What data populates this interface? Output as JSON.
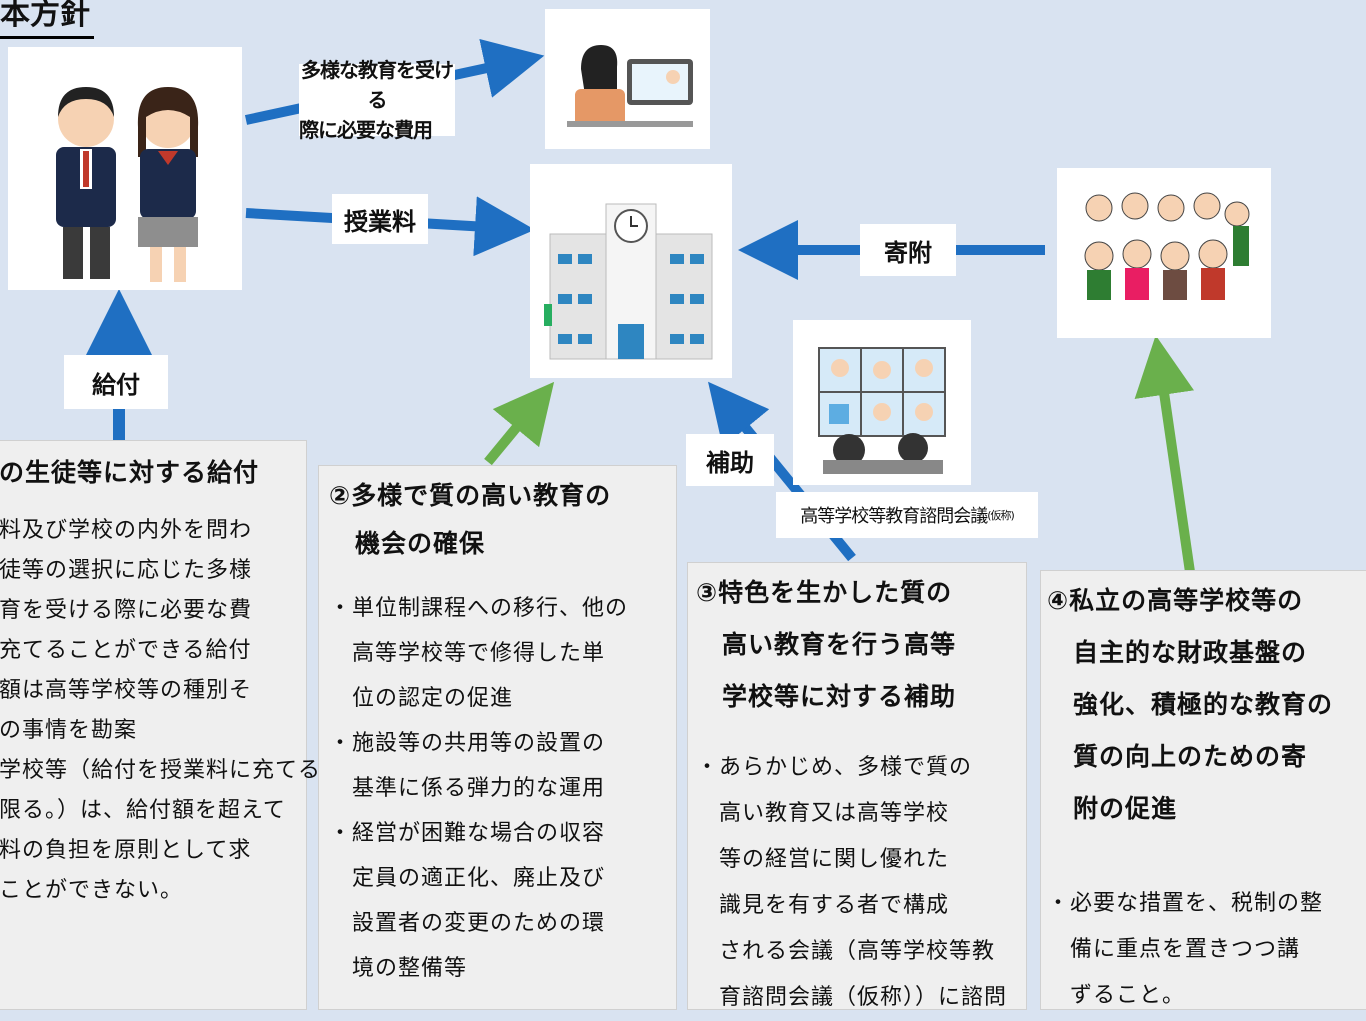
{
  "heading": "本方針",
  "labels": {
    "tuition": "授業料",
    "costs_line1": "多様な教育を受ける",
    "costs_line2": "際に必要な費用",
    "donation": "寄附",
    "benefit": "給付",
    "subsidy": "補助",
    "council": "高等学校等教育諮問会議",
    "council_suffix": "(仮称)"
  },
  "cards": [
    {
      "title_lines": [
        "の生徒等に対する給付"
      ],
      "body_lines": [
        "料及び学校の内外を問わ",
        "徒等の選択に応じた多様",
        "育を受ける際に必要な費",
        "充てることができる給付",
        "額は高等学校等の種別そ",
        "の事情を勘案",
        "学校等（給付を授業料に充てる",
        "限る。）は、給付額を超えて",
        "料の負担を原則として求",
        "ことができない。"
      ]
    },
    {
      "title_lines": [
        "②多様で質の高い教育の",
        "　機会の確保"
      ],
      "body_lines": [
        "・単位制課程への移行、他の",
        "　高等学校等で修得した単",
        "　位の認定の促進",
        "・施設等の共用等の設置の",
        "　基準に係る弾力的な運用",
        "・経営が困難な場合の収容",
        "　定員の適正化、廃止及び",
        "　設置者の変更のための環",
        "　境の整備等"
      ]
    },
    {
      "title_lines": [
        "③特色を生かした質の",
        "　高い教育を行う高等",
        "　学校等に対する補助"
      ],
      "body_lines": [
        "・あらかじめ、多様で質の",
        "　高い教育又は高等学校",
        "　等の経営に関し優れた",
        "　識見を有する者で構成",
        "　される会議（高等学校等教",
        "　育諮問会議（仮称））に諮問"
      ]
    },
    {
      "title_lines": [
        "④私立の高等学校等の",
        "　自主的な財政基盤の",
        "　強化、積極的な教育の",
        "　質の向上のための寄",
        "　附の促進"
      ],
      "body_lines": [
        "・必要な措置を、税制の整",
        "　備に重点を置きつつ講",
        "　ずること。"
      ]
    }
  ],
  "colors": {
    "blue_arrow": "#1f6fc2",
    "green_arrow": "#6ab04c",
    "background": "#d9e3f1"
  }
}
